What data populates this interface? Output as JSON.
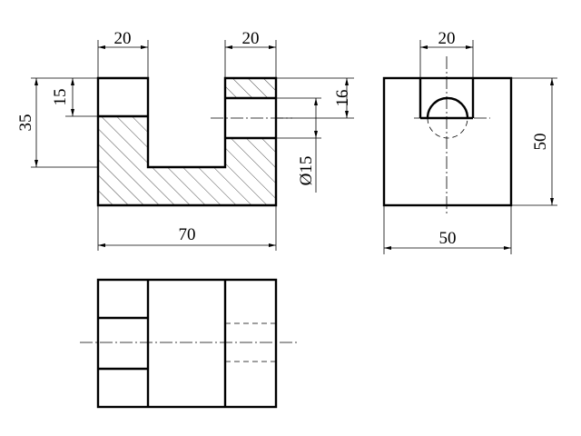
{
  "drawing": {
    "dims": {
      "top_left_width": "20",
      "top_right_width": "20",
      "left_slot_depth": "15",
      "left_total_height": "35",
      "right_slot_depth": "16",
      "hole_diameter": "Ø15",
      "front_total_width": "70",
      "side_slot_width": "20",
      "side_height": "50",
      "side_width": "50"
    },
    "colors": {
      "line": "#000000",
      "background": "#ffffff"
    }
  }
}
